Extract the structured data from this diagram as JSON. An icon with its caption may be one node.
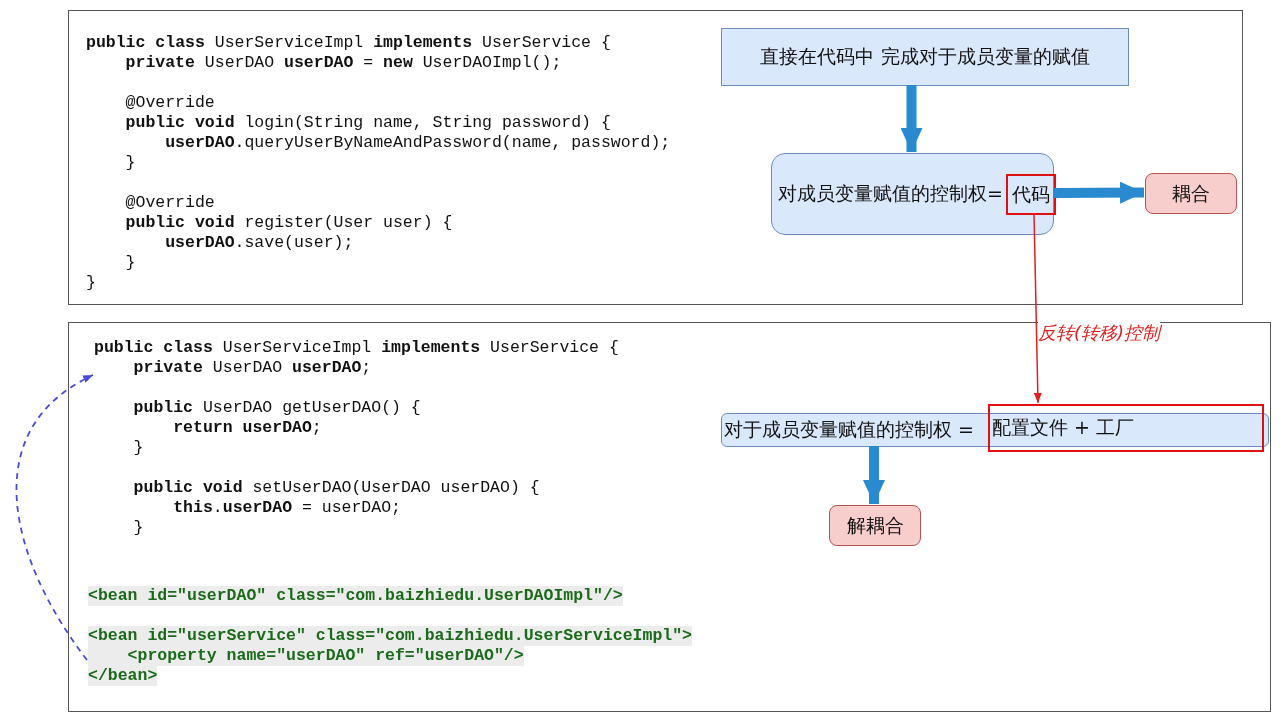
{
  "diagram": {
    "nodes": [
      {
        "text": [],
        "shape": "box"
      },
      {
        "text": [
          "**public** **class** UserServiceImpl **implements** UserService {",
          "    **private** UserDAO **userDAO** = **new** UserDAOImpl();",
          "    @Override",
          "    **public** **void** login(String name, String password) {",
          "        **userDAO**.queryUserByNameAndPassword(name, password);",
          "    }",
          "    @Override",
          "    **public** **void** register(User user) {",
          "        **userDAO**.save(user);",
          "    }",
          "}"
        ],
        "in": 0
      },
      {
        "text": [
          "直接在代码中 完成对于成员变量的赋值"
        ],
        "in": 0
      },
      {
        "text": [
          "对成员变量赋值的控制权="
        ],
        "in": 0
      },
      {
        "text": [
          "代码"
        ],
        "in": 3
      },
      {
        "text": [
          "耦合"
        ],
        "in": 0
      },
      {
        "text": [],
        "shape": "box"
      },
      {
        "text": [
          "**public** **class** UserServiceImpl **implements** UserService {",
          "    **private** UserDAO **userDAO**;",
          "    **public** UserDAO getUserDAO() {",
          "        **return** **userDAO**;",
          "    }",
          "    **public** **void** setUserDAO(UserDAO userDAO) {",
          "        **this**.**userDAO** = userDAO;",
          "    }"
        ],
        "in": 6
      },
      {
        "text": [
          "<bean id=\"userDAO\" class=\"com.baizhiedu.UserDAOImpl\"/>",
          "<bean id=\"userService\" class=\"com.baizhiedu.UserServiceImpl\">",
          "    <property name=\"userDAO\" ref=\"userDAO\"/>",
          "</bean>"
        ],
        "in": 6
      },
      {
        "text": [
          "对于成员变量赋值的控制权 ="
        ],
        "in": 6
      },
      {
        "text": [
          "配置文件 + 工厂"
        ],
        "in": 6
      },
      {
        "text": [
          "解耦合"
        ],
        "in": 6
      }
    ],
    "edges": [
      {
        "from": 2,
        "to": 3,
        "arrow": "to"
      },
      {
        "from": 3,
        "to": 5,
        "arrow": "to"
      },
      {
        "from": 4,
        "to": 10,
        "arrow": "to",
        "color": "#e02020",
        "label": "反转(转移)控制"
      },
      {
        "from": 9,
        "to": 11,
        "arrow": "to"
      },
      {
        "from": 8,
        "to": 7,
        "arrow": "to",
        "style": "dashed",
        "color": "#4a4ad8"
      }
    ]
  }
}
